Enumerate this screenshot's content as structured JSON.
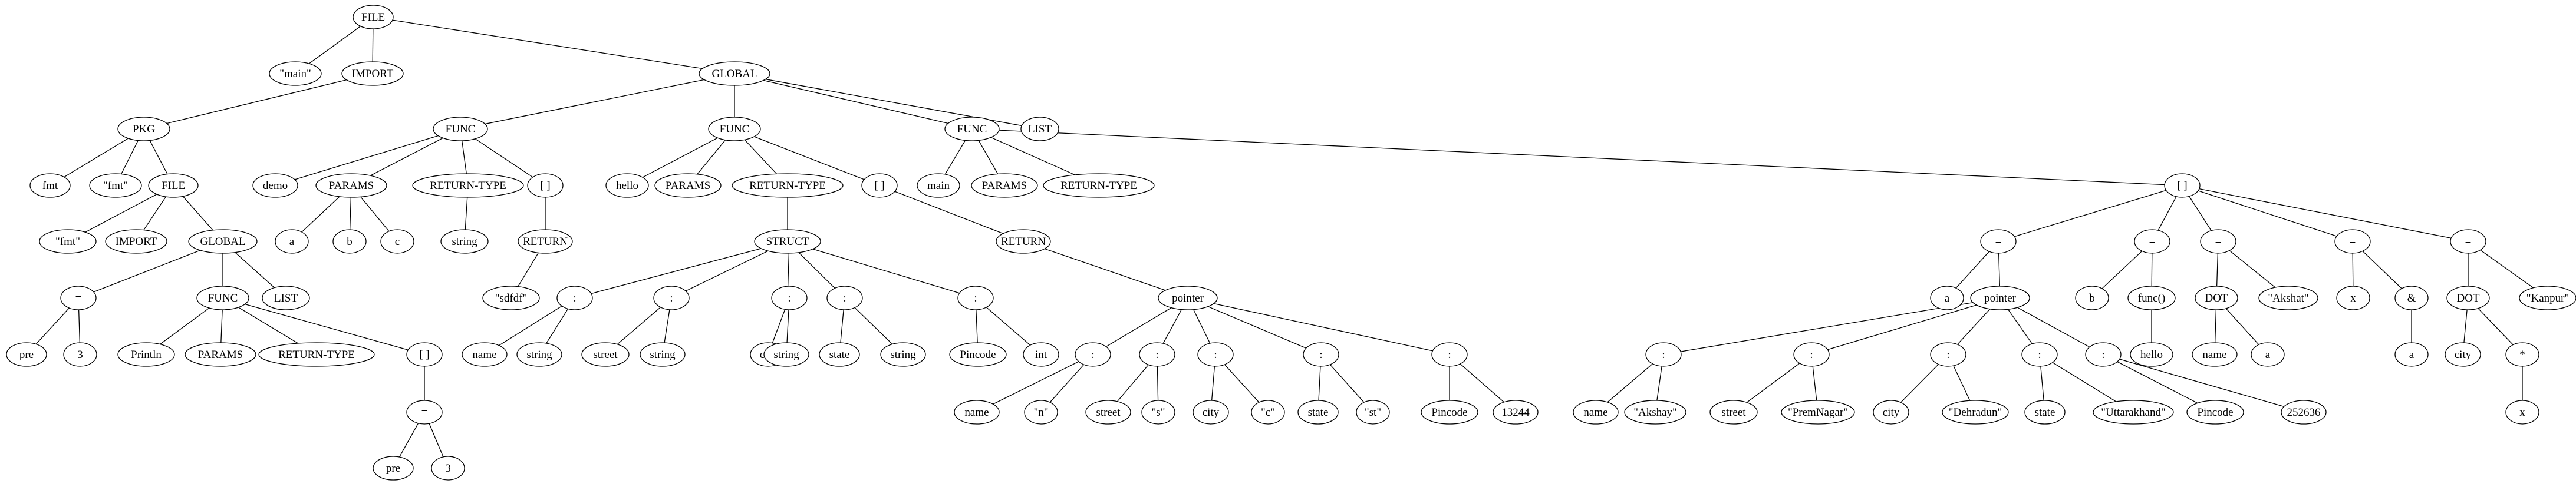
{
  "colors": {
    "background": "#ffffff",
    "stroke": "#000000",
    "text": "#000000"
  },
  "nodes": [
    {
      "id": "n0",
      "label": "FILE"
    },
    {
      "id": "n1",
      "label": "\"main\""
    },
    {
      "id": "n2",
      "label": "IMPORT"
    },
    {
      "id": "n3",
      "label": "GLOBAL"
    },
    {
      "id": "n4",
      "label": "PKG"
    },
    {
      "id": "n5",
      "label": "fmt"
    },
    {
      "id": "n6",
      "label": "\"fmt\""
    },
    {
      "id": "n7",
      "label": "FILE"
    },
    {
      "id": "n8",
      "label": "\"fmt\""
    },
    {
      "id": "n9",
      "label": "IMPORT"
    },
    {
      "id": "n10",
      "label": "GLOBAL"
    },
    {
      "id": "n11",
      "label": "="
    },
    {
      "id": "n12",
      "label": "pre"
    },
    {
      "id": "n13",
      "label": "3"
    },
    {
      "id": "n14",
      "label": "FUNC"
    },
    {
      "id": "n15",
      "label": "Println"
    },
    {
      "id": "n16",
      "label": "PARAMS"
    },
    {
      "id": "n17",
      "label": "RETURN-TYPE"
    },
    {
      "id": "n18",
      "label": "[ ]"
    },
    {
      "id": "n19",
      "label": "="
    },
    {
      "id": "n20",
      "label": "pre"
    },
    {
      "id": "n21",
      "label": "3"
    },
    {
      "id": "n22",
      "label": "LIST"
    },
    {
      "id": "n23",
      "label": "FUNC"
    },
    {
      "id": "n24",
      "label": "demo"
    },
    {
      "id": "n25",
      "label": "PARAMS"
    },
    {
      "id": "n26",
      "label": "a"
    },
    {
      "id": "n27",
      "label": "b"
    },
    {
      "id": "n28",
      "label": "c"
    },
    {
      "id": "n29",
      "label": "RETURN-TYPE"
    },
    {
      "id": "n30",
      "label": "string"
    },
    {
      "id": "n31",
      "label": "[ ]"
    },
    {
      "id": "n32",
      "label": "RETURN"
    },
    {
      "id": "n33",
      "label": "\"sdfdf\""
    },
    {
      "id": "n34",
      "label": "FUNC"
    },
    {
      "id": "n35",
      "label": "hello"
    },
    {
      "id": "n36",
      "label": "PARAMS"
    },
    {
      "id": "n37",
      "label": "RETURN-TYPE"
    },
    {
      "id": "n38",
      "label": "STRUCT"
    },
    {
      "id": "n39",
      "label": ":"
    },
    {
      "id": "n40",
      "label": "name"
    },
    {
      "id": "n41",
      "label": "string"
    },
    {
      "id": "n42",
      "label": ":"
    },
    {
      "id": "n43",
      "label": "street"
    },
    {
      "id": "n44",
      "label": "string"
    },
    {
      "id": "n45",
      "label": ":"
    },
    {
      "id": "n46",
      "label": "city"
    },
    {
      "id": "n47",
      "label": "string"
    },
    {
      "id": "n48",
      "label": ":"
    },
    {
      "id": "n49",
      "label": "state"
    },
    {
      "id": "n50",
      "label": "string"
    },
    {
      "id": "n51",
      "label": ":"
    },
    {
      "id": "n52",
      "label": "Pincode"
    },
    {
      "id": "n53",
      "label": "int"
    },
    {
      "id": "n54",
      "label": "[ ]"
    },
    {
      "id": "n55",
      "label": "RETURN"
    },
    {
      "id": "n56",
      "label": "pointer"
    },
    {
      "id": "n57",
      "label": ":"
    },
    {
      "id": "n58",
      "label": "name"
    },
    {
      "id": "n59",
      "label": "\"n\""
    },
    {
      "id": "n60",
      "label": ":"
    },
    {
      "id": "n61",
      "label": "street"
    },
    {
      "id": "n62",
      "label": "\"s\""
    },
    {
      "id": "n63",
      "label": ":"
    },
    {
      "id": "n64",
      "label": "city"
    },
    {
      "id": "n65",
      "label": "\"c\""
    },
    {
      "id": "n66",
      "label": ":"
    },
    {
      "id": "n67",
      "label": "state"
    },
    {
      "id": "n68",
      "label": "\"st\""
    },
    {
      "id": "n69",
      "label": ":"
    },
    {
      "id": "n70",
      "label": "Pincode"
    },
    {
      "id": "n71",
      "label": "13244"
    },
    {
      "id": "n72",
      "label": "FUNC"
    },
    {
      "id": "n73",
      "label": "main"
    },
    {
      "id": "n74",
      "label": "PARAMS"
    },
    {
      "id": "n75",
      "label": "RETURN-TYPE"
    },
    {
      "id": "n76",
      "label": "[ ]"
    },
    {
      "id": "n77",
      "label": "="
    },
    {
      "id": "n78",
      "label": "a"
    },
    {
      "id": "n79",
      "label": "pointer"
    },
    {
      "id": "n80",
      "label": ":"
    },
    {
      "id": "n81",
      "label": "name"
    },
    {
      "id": "n82",
      "label": "\"Akshay\""
    },
    {
      "id": "n83",
      "label": ":"
    },
    {
      "id": "n84",
      "label": "street"
    },
    {
      "id": "n85",
      "label": "\"PremNagar\""
    },
    {
      "id": "n86",
      "label": ":"
    },
    {
      "id": "n87",
      "label": "city"
    },
    {
      "id": "n88",
      "label": "\"Dehradun\""
    },
    {
      "id": "n89",
      "label": ":"
    },
    {
      "id": "n90",
      "label": "state"
    },
    {
      "id": "n91",
      "label": "\"Uttarakhand\""
    },
    {
      "id": "n92",
      "label": ":"
    },
    {
      "id": "n93",
      "label": "Pincode"
    },
    {
      "id": "n94",
      "label": "252636"
    },
    {
      "id": "n95",
      "label": "="
    },
    {
      "id": "n96",
      "label": "b"
    },
    {
      "id": "n97",
      "label": "func()"
    },
    {
      "id": "n98",
      "label": "hello"
    },
    {
      "id": "n99",
      "label": "="
    },
    {
      "id": "n100",
      "label": "DOT"
    },
    {
      "id": "n101",
      "label": "name"
    },
    {
      "id": "n102",
      "label": "a"
    },
    {
      "id": "n103",
      "label": "\"Akshat\""
    },
    {
      "id": "n104",
      "label": "="
    },
    {
      "id": "n105",
      "label": "x"
    },
    {
      "id": "n106",
      "label": "&"
    },
    {
      "id": "n107",
      "label": "a"
    },
    {
      "id": "n108",
      "label": "="
    },
    {
      "id": "n109",
      "label": "DOT"
    },
    {
      "id": "n110",
      "label": "city"
    },
    {
      "id": "n111",
      "label": "*"
    },
    {
      "id": "n112",
      "label": "x"
    },
    {
      "id": "n113",
      "label": "\"Kanpur\""
    },
    {
      "id": "n114",
      "label": "LIST"
    }
  ],
  "edges": [
    [
      "n0",
      "n1"
    ],
    [
      "n0",
      "n2"
    ],
    [
      "n0",
      "n3"
    ],
    [
      "n2",
      "n4"
    ],
    [
      "n4",
      "n5"
    ],
    [
      "n4",
      "n6"
    ],
    [
      "n4",
      "n7"
    ],
    [
      "n7",
      "n8"
    ],
    [
      "n7",
      "n9"
    ],
    [
      "n7",
      "n10"
    ],
    [
      "n10",
      "n11"
    ],
    [
      "n10",
      "n14"
    ],
    [
      "n10",
      "n22"
    ],
    [
      "n11",
      "n12"
    ],
    [
      "n11",
      "n13"
    ],
    [
      "n14",
      "n15"
    ],
    [
      "n14",
      "n16"
    ],
    [
      "n14",
      "n17"
    ],
    [
      "n14",
      "n18"
    ],
    [
      "n18",
      "n19"
    ],
    [
      "n19",
      "n20"
    ],
    [
      "n19",
      "n21"
    ],
    [
      "n3",
      "n23"
    ],
    [
      "n3",
      "n34"
    ],
    [
      "n3",
      "n72"
    ],
    [
      "n3",
      "n114"
    ],
    [
      "n23",
      "n24"
    ],
    [
      "n23",
      "n25"
    ],
    [
      "n23",
      "n29"
    ],
    [
      "n23",
      "n31"
    ],
    [
      "n25",
      "n26"
    ],
    [
      "n25",
      "n27"
    ],
    [
      "n25",
      "n28"
    ],
    [
      "n29",
      "n30"
    ],
    [
      "n31",
      "n32"
    ],
    [
      "n32",
      "n33"
    ],
    [
      "n34",
      "n35"
    ],
    [
      "n34",
      "n36"
    ],
    [
      "n34",
      "n37"
    ],
    [
      "n34",
      "n54"
    ],
    [
      "n37",
      "n38"
    ],
    [
      "n38",
      "n39"
    ],
    [
      "n38",
      "n42"
    ],
    [
      "n38",
      "n45"
    ],
    [
      "n38",
      "n48"
    ],
    [
      "n38",
      "n51"
    ],
    [
      "n39",
      "n40"
    ],
    [
      "n39",
      "n41"
    ],
    [
      "n42",
      "n43"
    ],
    [
      "n42",
      "n44"
    ],
    [
      "n45",
      "n46"
    ],
    [
      "n45",
      "n47"
    ],
    [
      "n48",
      "n49"
    ],
    [
      "n48",
      "n50"
    ],
    [
      "n51",
      "n52"
    ],
    [
      "n51",
      "n53"
    ],
    [
      "n54",
      "n55"
    ],
    [
      "n55",
      "n56"
    ],
    [
      "n56",
      "n57"
    ],
    [
      "n56",
      "n60"
    ],
    [
      "n56",
      "n63"
    ],
    [
      "n56",
      "n66"
    ],
    [
      "n56",
      "n69"
    ],
    [
      "n57",
      "n58"
    ],
    [
      "n57",
      "n59"
    ],
    [
      "n60",
      "n61"
    ],
    [
      "n60",
      "n62"
    ],
    [
      "n63",
      "n64"
    ],
    [
      "n63",
      "n65"
    ],
    [
      "n66",
      "n67"
    ],
    [
      "n66",
      "n68"
    ],
    [
      "n69",
      "n70"
    ],
    [
      "n69",
      "n71"
    ],
    [
      "n72",
      "n73"
    ],
    [
      "n72",
      "n74"
    ],
    [
      "n72",
      "n75"
    ],
    [
      "n72",
      "n76"
    ],
    [
      "n76",
      "n77"
    ],
    [
      "n76",
      "n95"
    ],
    [
      "n76",
      "n99"
    ],
    [
      "n76",
      "n104"
    ],
    [
      "n76",
      "n108"
    ],
    [
      "n77",
      "n78"
    ],
    [
      "n77",
      "n79"
    ],
    [
      "n79",
      "n80"
    ],
    [
      "n79",
      "n83"
    ],
    [
      "n79",
      "n86"
    ],
    [
      "n79",
      "n89"
    ],
    [
      "n79",
      "n92"
    ],
    [
      "n80",
      "n81"
    ],
    [
      "n80",
      "n82"
    ],
    [
      "n83",
      "n84"
    ],
    [
      "n83",
      "n85"
    ],
    [
      "n86",
      "n87"
    ],
    [
      "n86",
      "n88"
    ],
    [
      "n89",
      "n90"
    ],
    [
      "n89",
      "n91"
    ],
    [
      "n92",
      "n93"
    ],
    [
      "n92",
      "n94"
    ],
    [
      "n95",
      "n96"
    ],
    [
      "n95",
      "n97"
    ],
    [
      "n97",
      "n98"
    ],
    [
      "n99",
      "n100"
    ],
    [
      "n99",
      "n103"
    ],
    [
      "n100",
      "n101"
    ],
    [
      "n100",
      "n102"
    ],
    [
      "n104",
      "n105"
    ],
    [
      "n104",
      "n106"
    ],
    [
      "n106",
      "n107"
    ],
    [
      "n108",
      "n109"
    ],
    [
      "n108",
      "n113"
    ],
    [
      "n109",
      "n110"
    ],
    [
      "n109",
      "n111"
    ],
    [
      "n111",
      "n112"
    ]
  ]
}
